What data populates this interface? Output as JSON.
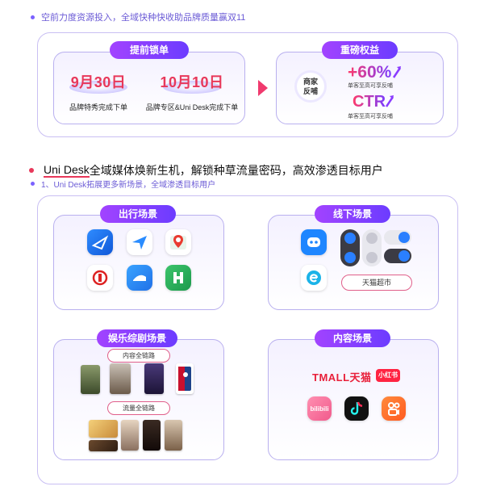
{
  "section1": {
    "bullet": "空前力度资源投入，全域快种快收助品牌质量赢双11",
    "lock": {
      "title": "提前锁单",
      "items": [
        {
          "date": "9月30日",
          "caption": "品牌特秀完成下单"
        },
        {
          "date": "10月10日",
          "caption": "品牌专区&Uni Desk完成下单"
        }
      ]
    },
    "rights": {
      "title": "重磅权益",
      "circle_label": "商家\n反哺",
      "stats": [
        {
          "value": "+60%",
          "caption": "单客至高可享反哺"
        },
        {
          "value": "CTR",
          "caption": "单客至高可享反哺"
        }
      ]
    }
  },
  "section2": {
    "headline_prefix": "Uni Desk",
    "headline_rest": "全域媒体焕新生机，解锁种草流量密码，高效渗透目标用户",
    "sub_bullet": "1、Uni Desk拓展更多新场景，全域渗透目标用户",
    "travel": {
      "title": "出行场景"
    },
    "offline": {
      "title": "线下场景",
      "store_label": "天猫超市"
    },
    "entertainment": {
      "title": "娱乐综剧场景",
      "content_chain": "内容全链路",
      "traffic_chain": "流量全链路"
    },
    "content": {
      "title": "内容场景",
      "tmall_text": "TMALL天猫",
      "redbook_text": "小红书",
      "bili_text": "bilibili"
    }
  },
  "colors": {
    "accent_purple": "#7b61ff",
    "accent_pink": "#e8385a",
    "panel_border": "#b9b0ef"
  }
}
